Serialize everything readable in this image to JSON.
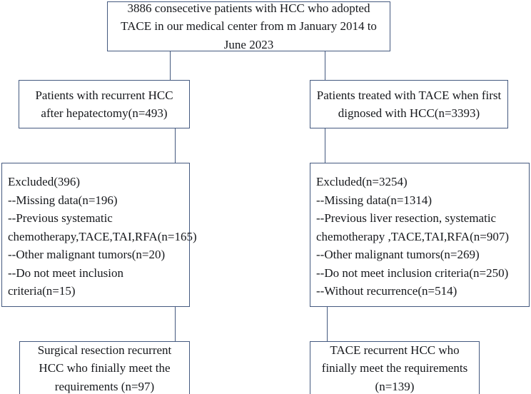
{
  "diagram": {
    "title": "HCC TACE patient selection flowchart",
    "border_color": "#44597f",
    "text_color": "#16181c",
    "background": "#ffffff",
    "nodes": {
      "top": {
        "text": "3886 consecetive patients with HCC who adopted TACE in our medical center from m January 2014 to June 2023"
      },
      "left_1": {
        "text": "Patients with recurrent HCC after hepatectomy(n=493)"
      },
      "right_1": {
        "text": "Patients treated with TACE when first dignosed with HCC(n=3393)"
      },
      "left_2": {
        "text": "Excluded(396)\n--Missing data(n=196)\n--Previous systematic chemotherapy,TACE,TAI,RFA(n=165)\n--Other malignant tumors(n=20)\n--Do not meet inclusion criteria(n=15)"
      },
      "right_2": {
        "text": "Excluded(n=3254)\n--Missing data(n=1314)\n--Previous liver resection, systematic chemotherapy ,TACE,TAI,RFA(n=907)\n--Other malignant tumors(n=269)\n--Do not meet inclusion criteria(n=250)\n--Without recurrence(n=514)"
      },
      "left_3": {
        "text": "Surgical resection recurrent HCC who finially meet the requirements (n=97)"
      },
      "right_3": {
        "text": "TACE recurrent HCC who finially meet the requirements (n=139)"
      }
    }
  }
}
